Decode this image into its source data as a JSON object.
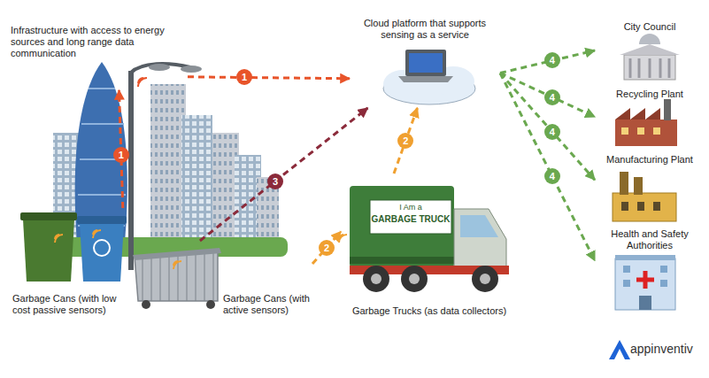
{
  "diagram": {
    "nodes": [
      {
        "text": [
          "Infrastructure with access to energy sources and long range data communication"
        ]
      },
      {
        "text": [
          "Cloud platform that supports sensing as a service"
        ]
      },
      {
        "text": [
          "Garbage Cans (with low cost passive sensors)"
        ]
      },
      {
        "text": [
          "Garbage Cans (with active sensors)"
        ]
      },
      {
        "text": [
          "Garbage Trucks (as data collectors)"
        ]
      },
      {
        "text": [
          "City Council"
        ]
      },
      {
        "text": [
          "Recycling Plant"
        ]
      },
      {
        "text": [
          "Manufacturing Plant"
        ]
      },
      {
        "text": [
          "Health and Safety Authorities"
        ]
      }
    ],
    "edges": [
      {
        "from": 2,
        "to": 0,
        "label": "1",
        "arrow": "to"
      },
      {
        "from": 0,
        "to": 1,
        "label": "1",
        "arrow": "to"
      },
      {
        "from": 3,
        "to": 4,
        "label": "2",
        "arrow": "to"
      },
      {
        "from": 4,
        "to": 1,
        "label": "2",
        "arrow": "to"
      },
      {
        "from": 3,
        "to": 1,
        "label": "3",
        "arrow": "to"
      },
      {
        "from": 1,
        "to": 5,
        "label": "4",
        "arrow": "to"
      },
      {
        "from": 1,
        "to": 6,
        "label": "4",
        "arrow": "to"
      },
      {
        "from": 1,
        "to": 7,
        "label": "4",
        "arrow": "to"
      },
      {
        "from": 1,
        "to": 8,
        "label": "4",
        "arrow": "to"
      }
    ],
    "labels": [
      "I Am a",
      "GARBAGE TRUCK",
      "appinventiv"
    ]
  }
}
